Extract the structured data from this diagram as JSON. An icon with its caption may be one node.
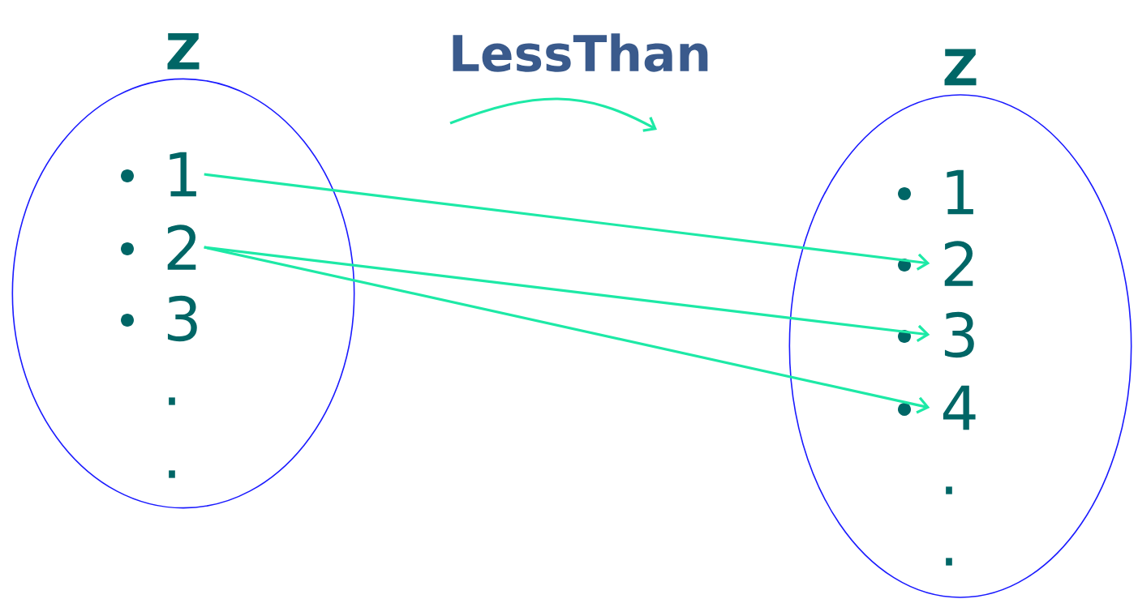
{
  "diagram": {
    "nodes": [
      {
        "text": [
          "Z"
        ]
      },
      {
        "text": [
          "1"
        ],
        "in": 0
      },
      {
        "text": [
          "2"
        ],
        "in": 0
      },
      {
        "text": [
          "3"
        ],
        "in": 0
      },
      {
        "text": [
          "."
        ],
        "in": 0
      },
      {
        "text": [
          "."
        ],
        "in": 0
      },
      {
        "text": [
          "Z"
        ]
      },
      {
        "text": [
          "1"
        ],
        "in": 6
      },
      {
        "text": [
          "2"
        ],
        "in": 6
      },
      {
        "text": [
          "3"
        ],
        "in": 6
      },
      {
        "text": [
          "4"
        ],
        "in": 6
      },
      {
        "text": [
          "."
        ],
        "in": 6
      },
      {
        "text": [
          "."
        ],
        "in": 6
      }
    ],
    "edges": [
      {
        "from": 1,
        "to": 8,
        "arrow": "to"
      },
      {
        "from": 2,
        "to": 9,
        "arrow": "to"
      },
      {
        "from": 2,
        "to": 10,
        "arrow": "to"
      }
    ],
    "labels": [
      "LessThan"
    ]
  }
}
